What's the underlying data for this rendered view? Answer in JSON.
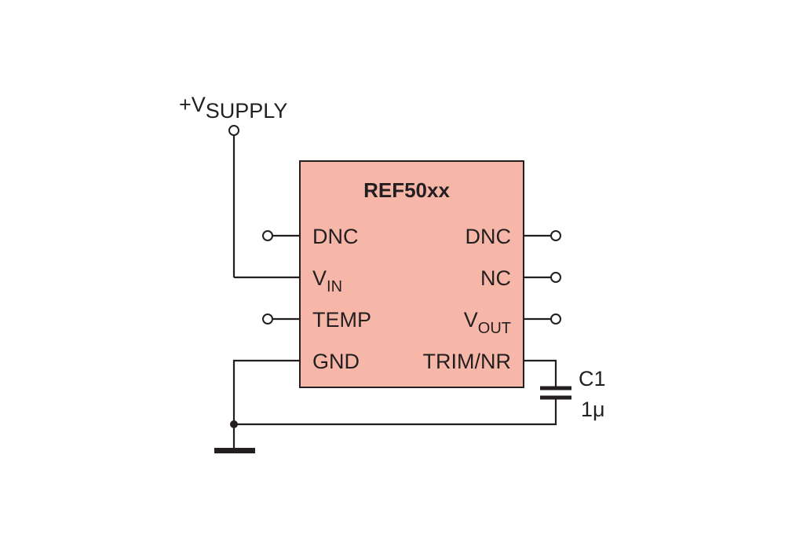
{
  "chip": {
    "name": "REF50xx",
    "fill": "#f6b7a8"
  },
  "supply": {
    "prefix": "+V",
    "subscript": "SUPPLY"
  },
  "pins": {
    "left": [
      {
        "id": "dnc",
        "label": "DNC"
      },
      {
        "id": "vin",
        "label": "V",
        "subscript": "IN"
      },
      {
        "id": "temp",
        "label": "TEMP"
      },
      {
        "id": "gnd",
        "label": "GND"
      }
    ],
    "right": [
      {
        "id": "dnc",
        "label": "DNC"
      },
      {
        "id": "nc",
        "label": "NC"
      },
      {
        "id": "vout",
        "label": "V",
        "subscript": "OUT"
      },
      {
        "id": "trim-nr",
        "label": "TRIM/NR"
      }
    ]
  },
  "capacitor": {
    "ref": "C1",
    "value": "1μ"
  },
  "colors": {
    "line": "#231f20",
    "chip_fill": "#f6b7a8"
  }
}
